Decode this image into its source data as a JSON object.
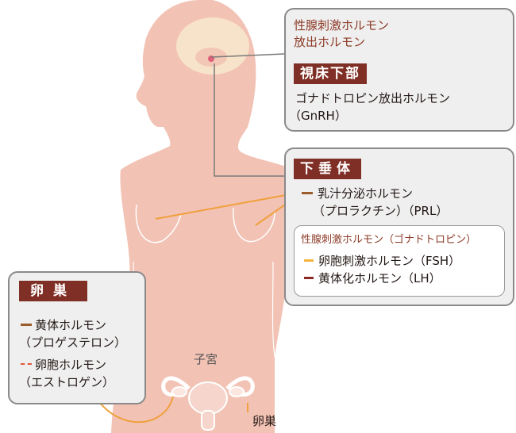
{
  "hypothalamus_box": {
    "hormone_title": "性腺刺激ホルモン\n放出ホルモン",
    "label": "視床下部",
    "hormone_name": "ゴナドトロピン放出ホルモン",
    "hormone_abbr": "（GnRH）"
  },
  "pituitary_box": {
    "label": "下垂体",
    "prolactin_line1": "乳汁分泌ホルモン",
    "prolactin_line2": "（プロラクチン）（PRL）",
    "gonadotropin_title": "性腺刺激ホルモン（ゴナドトロピン）",
    "fsh": "卵胞刺激ホルモン（FSH）",
    "lh": "黄体化ホルモン（LH）"
  },
  "ovary_box": {
    "label": "卵巣",
    "progesterone_line1": "黄体ホルモン",
    "progesterone_line2": "（プロゲステロン）",
    "estrogen_line1": "卵胞ホルモン",
    "estrogen_line2": "（エストロゲン）"
  },
  "figure_labels": {
    "uterus": "子宮",
    "ovary": "卵巣"
  },
  "colors": {
    "skin": "#f2c2b4",
    "label_bg": "#7f2f25",
    "title_text": "#8c3a26",
    "arrow": "#f0a03c",
    "box_bg": "#efefef",
    "box_border": "#8a8a8a",
    "progesterone_marker": "#9b5b2a",
    "estrogen_marker": "#e05a3a",
    "fsh_marker": "#f2b43c",
    "lh_marker": "#8a2a22"
  }
}
